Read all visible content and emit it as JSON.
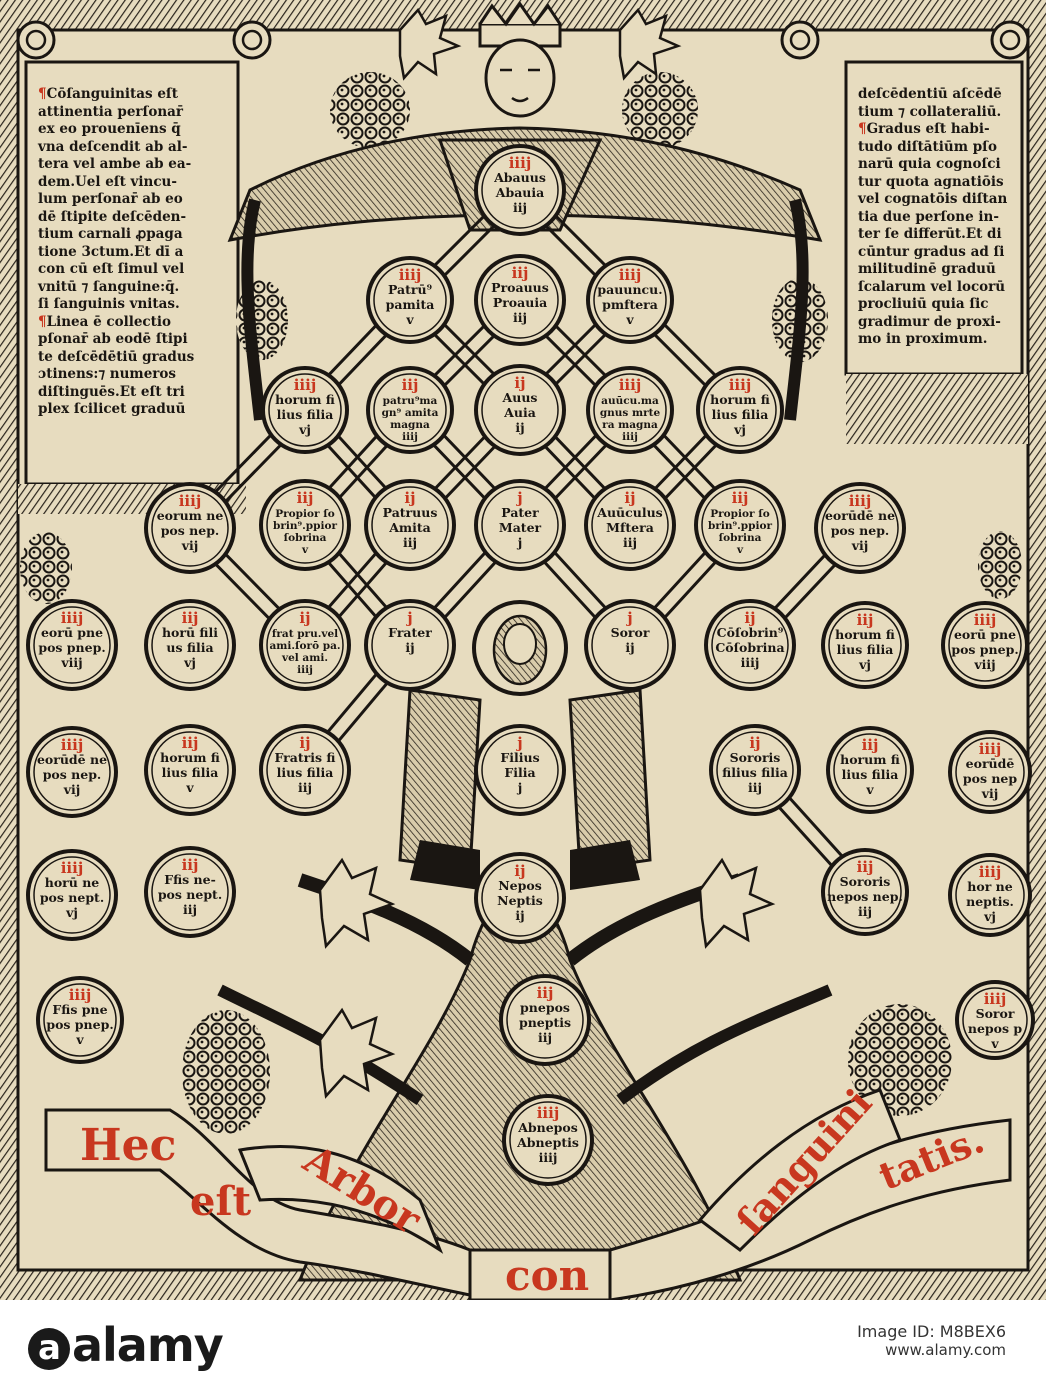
{
  "left_text": {
    "lines": [
      "Cōſanguinitas eſt",
      "attinentia perſonar̄",
      "ex eo prouenīens q̄",
      "vna deſcendit ab al-",
      "tera vel ambe ab ea-",
      "dem.Uel eſt vincu-",
      "lum perſonar̄ ab eo",
      "dē ſtipite deſcēden-",
      "tium carnali ꝓpaga",
      "tione 3ctum.Et dī a",
      "con cū eſt ſimul vel",
      "vnitū ⁊ ſanguine:q̄.",
      "ſi ſanguinis vnitas.",
      "Linea ē collectio",
      "pſonar̄ ab eodē ſtipi",
      "te deſcēdētiū gradus",
      "ɔtinens:⁊ numeros",
      "diſtinguēs.Et eſt tri",
      "plex ſcilicet graduū"
    ]
  },
  "right_text": {
    "lines": [
      "deſcēdentiū aſcēdē",
      "tium ⁊ collateraliū.",
      "Gradus eſt habi-",
      "tudo diſtātiūm pſo",
      "narū quia cognoſci",
      "tur quota agnatiōis",
      "vel cognatōis diſtan",
      "tia due perſone in-",
      "ter ſe differūt.Et di",
      "cūntur gradus ad ſi",
      "militudinē graduū",
      "ſcalarum vel locorū",
      "procliuiū quia ſic",
      "gradimur de proxi-",
      "mo in proximum."
    ]
  },
  "nodes": [
    {
      "id": "abauus",
      "lines": [
        "Abauus",
        "Abauia",
        "iij"
      ],
      "deg": "iiij"
    },
    {
      "id": "proauus",
      "lines": [
        "Proauus",
        "Proauia",
        "iij"
      ],
      "deg": "iij"
    },
    {
      "id": "patruus-proauia",
      "lines": [
        "Patrū⁹",
        "pamita",
        "v"
      ],
      "deg": "iiij"
    },
    {
      "id": "auunculus-prox",
      "lines": [
        "pauuncu.",
        "pmftera",
        "v"
      ],
      "deg": "iiij"
    },
    {
      "id": "auus",
      "lines": [
        "Auus",
        "Auia",
        "ij"
      ],
      "deg": "ij"
    },
    {
      "id": "patruus-magnus",
      "lines": [
        "patru⁹ma",
        "gn⁹ amita",
        "magna",
        "iiij"
      ],
      "deg": "iij"
    },
    {
      "id": "auunculus-magnus",
      "lines": [
        "auūcu.ma",
        "gnus mrte",
        "ra magna",
        "iiij"
      ],
      "deg": "iiij"
    },
    {
      "id": "horum-l1",
      "lines": [
        "horum fi",
        "lius filia",
        "vj"
      ],
      "deg": "iiij"
    },
    {
      "id": "horum-r1",
      "lines": [
        "horum fi",
        "lius filia",
        "vj"
      ],
      "deg": "iiij"
    },
    {
      "id": "pater",
      "lines": [
        "Pater",
        "Mater",
        "j"
      ],
      "deg": "j"
    },
    {
      "id": "patruus",
      "lines": [
        "Patruus",
        "Amita",
        "iij"
      ],
      "deg": "ij"
    },
    {
      "id": "auunculus",
      "lines": [
        "Auūculus",
        "Mftera",
        "iij"
      ],
      "deg": "ij"
    },
    {
      "id": "propior-l",
      "lines": [
        "Propior ſo",
        "brin⁹.ppior",
        "ſobrina",
        "v"
      ],
      "deg": "iij"
    },
    {
      "id": "propior-r",
      "lines": [
        "Propior ſo",
        "brin⁹.ppior",
        "ſobrina",
        "v"
      ],
      "deg": "iij"
    },
    {
      "id": "eorum-l1",
      "lines": [
        "eorum ne",
        "pos nep.",
        "vij"
      ],
      "deg": "iiij"
    },
    {
      "id": "eorum-r1",
      "lines": [
        "eorūdē ne",
        "pos nep.",
        "vij"
      ],
      "deg": "iiij"
    },
    {
      "id": "frater",
      "lines": [
        "Frater",
        "ij"
      ],
      "deg": "j"
    },
    {
      "id": "soror",
      "lines": [
        "Soror",
        "ij"
      ],
      "deg": "j"
    },
    {
      "id": "frat-patrui",
      "lines": [
        "frat pru.vel",
        "ami.ſorō pa.",
        "vel ami.",
        "iiij"
      ],
      "deg": "ij"
    },
    {
      "id": "consobrinus",
      "lines": [
        "Cōſobrin⁹",
        "Cōſobrina",
        "iiij"
      ],
      "deg": "ij"
    },
    {
      "id": "horum-l2",
      "lines": [
        "horū fili",
        "us filia",
        "vj"
      ],
      "deg": "iij"
    },
    {
      "id": "horum-r2",
      "lines": [
        "horum fi",
        "lius filia",
        "vj"
      ],
      "deg": "iij"
    },
    {
      "id": "eorum-l2",
      "lines": [
        "eorū pne",
        "pos pnep.",
        "viij"
      ],
      "deg": "iiij"
    },
    {
      "id": "eorum-r2",
      "lines": [
        "eorū pne",
        "pos pnep.",
        "viij"
      ],
      "deg": "iiij"
    },
    {
      "id": "filius",
      "lines": [
        "Filius",
        "Filia",
        "j"
      ],
      "deg": "j"
    },
    {
      "id": "fratris",
      "lines": [
        "Fratris fi",
        "lius filia",
        "iij"
      ],
      "deg": "ij"
    },
    {
      "id": "sororis",
      "lines": [
        "Sororis",
        "filius filia",
        "iij"
      ],
      "deg": "ij"
    },
    {
      "id": "horum-l3",
      "lines": [
        "horum fi",
        "lius filia",
        "v"
      ],
      "deg": "iij"
    },
    {
      "id": "horum-r3",
      "lines": [
        "horum fi",
        "lius filia",
        "v"
      ],
      "deg": "iij"
    },
    {
      "id": "eorum-l3",
      "lines": [
        "eorūdē ne",
        "pos nep.",
        "vij"
      ],
      "deg": "iiij"
    },
    {
      "id": "eorum-r3",
      "lines": [
        "eorūdē",
        "pos nep",
        "vij"
      ],
      "deg": "iiij"
    },
    {
      "id": "nepos",
      "lines": [
        "Nepos",
        "Neptis",
        "ij"
      ],
      "deg": "ij"
    },
    {
      "id": "fris-nepos",
      "lines": [
        "Ffis ne-",
        "pos nept.",
        "iij"
      ],
      "deg": "iij"
    },
    {
      "id": "sororis-nepos",
      "lines": [
        "Sororis",
        "nepos nep.",
        "iij"
      ],
      "deg": "iij"
    },
    {
      "id": "horum-ne-l",
      "lines": [
        "horū ne",
        "pos nept.",
        "vj"
      ],
      "deg": "iiij"
    },
    {
      "id": "horum-ne-r",
      "lines": [
        "hor ne",
        "neptis.",
        "vj"
      ],
      "deg": "iiij"
    },
    {
      "id": "pronepos",
      "lines": [
        "pnepos",
        "pneptis",
        "iij"
      ],
      "deg": "iij"
    },
    {
      "id": "fris-pnep",
      "lines": [
        "Ffis pne",
        "pos pnep.",
        "v"
      ],
      "deg": "iiij"
    },
    {
      "id": "soror-pnep",
      "lines": [
        "Soror",
        "nepos p",
        "v"
      ],
      "deg": "iiij"
    },
    {
      "id": "abnepos",
      "lines": [
        "Abnepos",
        "Abneptis",
        "iiij"
      ],
      "deg": "iiij"
    }
  ],
  "banner": {
    "words": [
      "Hec",
      "eſt",
      "Arbor",
      "con",
      "ſanguini",
      "tatis."
    ]
  },
  "watermark": {
    "logo": "alamy",
    "id_label": "Image ID: M8BEX6",
    "url": "www.alamy.com"
  },
  "colors": {
    "paper": "#e7dcbf",
    "ink": "#1a1612",
    "rubric": "#c8371f"
  }
}
